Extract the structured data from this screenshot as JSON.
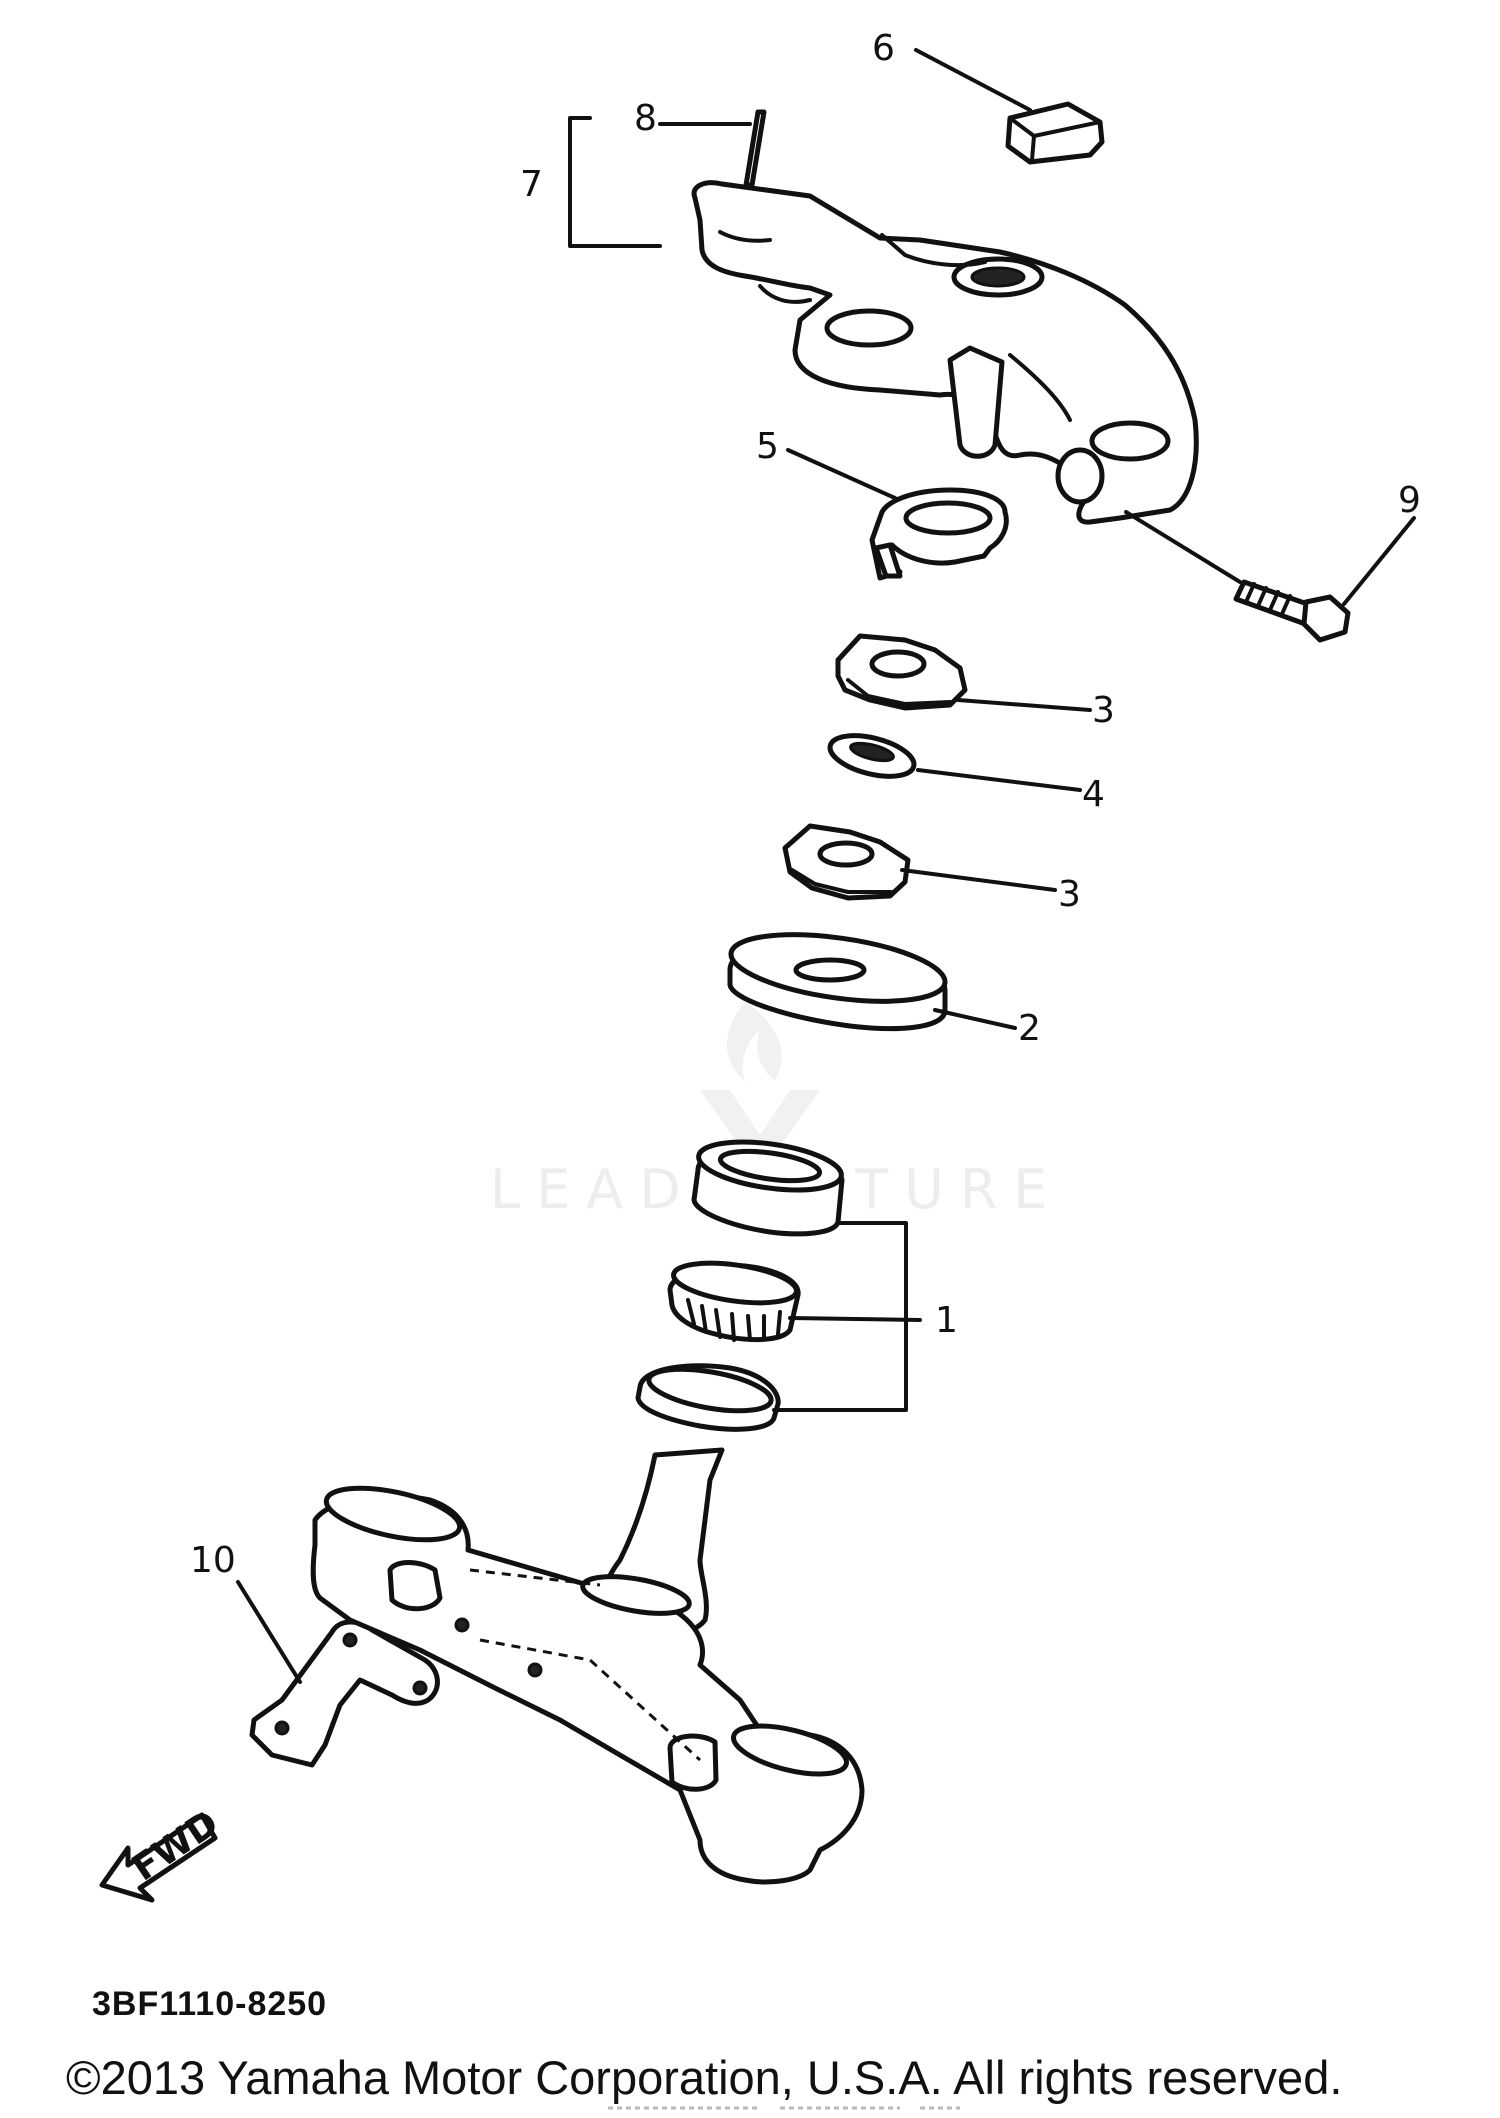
{
  "diagram": {
    "callouts": [
      {
        "id": "c1",
        "number": "1"
      },
      {
        "id": "c2",
        "number": "2"
      },
      {
        "id": "c3a",
        "number": "3"
      },
      {
        "id": "c3b",
        "number": "3"
      },
      {
        "id": "c4",
        "number": "4"
      },
      {
        "id": "c5",
        "number": "5"
      },
      {
        "id": "c6",
        "number": "6"
      },
      {
        "id": "c7",
        "number": "7"
      },
      {
        "id": "c8",
        "number": "8"
      },
      {
        "id": "c9",
        "number": "9"
      },
      {
        "id": "c10",
        "number": "10"
      }
    ],
    "fwd_label": "FWD",
    "watermark": "LEADVENTURE",
    "diagram_code": "3BF1110-8250",
    "copyright": "©2013 Yamaha Motor Corporation, U.S.A. All rights reserved."
  }
}
